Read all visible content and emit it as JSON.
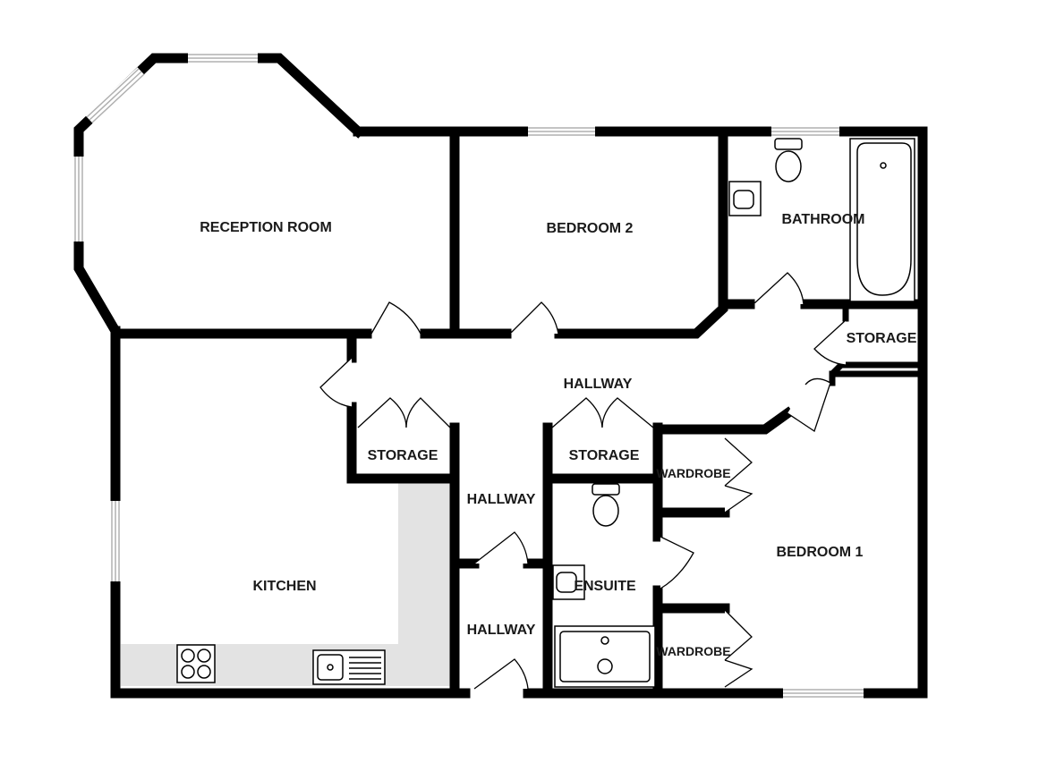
{
  "rooms": {
    "reception_room": "RECEPTION ROOM",
    "bedroom_2": "BEDROOM 2",
    "bathroom": "BATHROOM",
    "storage_right": "STORAGE",
    "hallway_main": "HALLWAY",
    "storage_left": "STORAGE",
    "storage_mid": "STORAGE",
    "hallway_upper": "HALLWAY",
    "hallway_lower": "HALLWAY",
    "kitchen": "KITCHEN",
    "ensuite": "ENSUITE",
    "wardrobe_top": "WARDROBE",
    "wardrobe_bottom": "WARDROBE",
    "bedroom_1": "BEDROOM 1"
  },
  "colors": {
    "wall": "#000000",
    "counter": "#e3e3e3",
    "window": "#b0b0b0"
  }
}
